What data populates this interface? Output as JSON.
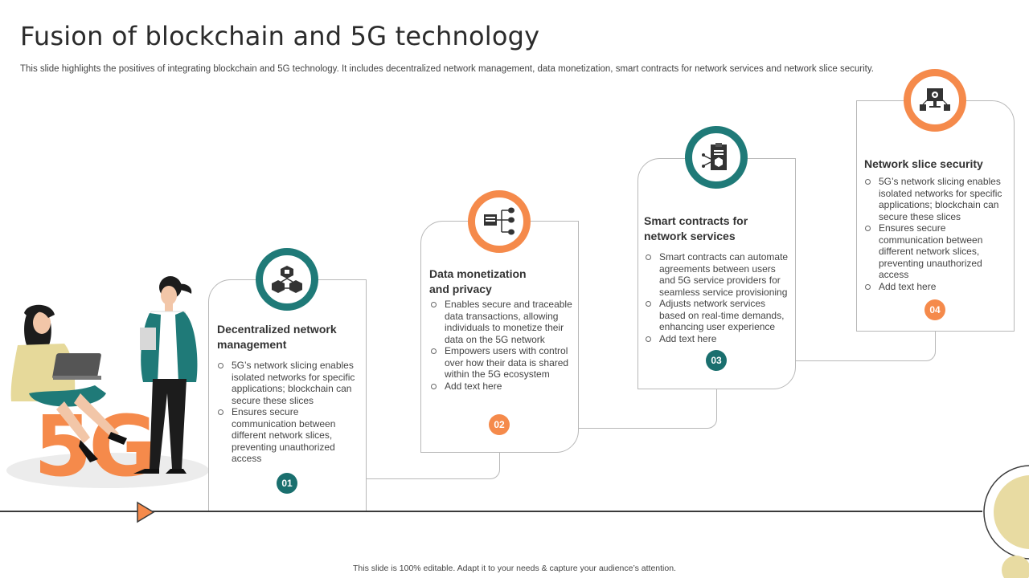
{
  "slide": {
    "title": "Fusion of blockchain and 5G technology",
    "subtitle": "This slide highlights the positives of integrating blockchain and 5G technology. It includes decentralized network management, data monetization, smart contracts for network services and network slice security.",
    "footer": "This slide is 100% editable.  Adapt it to your needs & capture your audience’s attention."
  },
  "illustration": {
    "label": "5G"
  },
  "colors": {
    "teal": "#1f7a78",
    "orange": "#f58a4b",
    "line": "#3b3b3b",
    "card_border": "#b8b8b8"
  },
  "steps": [
    {
      "number": "01",
      "heading": "Decentralized network management",
      "icon": "blockchain-cubes-icon",
      "bullets": [
        "5G’s network slicing enables isolated networks for specific applications; blockchain can secure these slices",
        "Ensures secure communication between different network slices, preventing unauthorized access"
      ]
    },
    {
      "number": "02",
      "heading": "Data monetization and privacy",
      "icon": "data-flow-icon",
      "bullets": [
        "Enables secure and traceable data transactions, allowing individuals to monetize their data on the 5G network",
        "Empowers users with control over how their data is shared within the 5G ecosystem",
        "Add text here"
      ]
    },
    {
      "number": "03",
      "heading": "Smart contracts for network services",
      "icon": "smart-contract-clipboard-icon",
      "bullets": [
        "Smart contracts can automate agreements between users and 5G service providers for seamless service provisioning",
        "Adjusts network services based on real-time demands, enhancing user experience",
        "Add text here"
      ]
    },
    {
      "number": "04",
      "heading": "Network slice security",
      "icon": "network-monitor-icon",
      "bullets": [
        "5G’s network slicing enables isolated networks for specific applications; blockchain can secure these slices",
        "Ensures secure communication between different network slices, preventing unauthorized access",
        "Add text here"
      ]
    }
  ]
}
